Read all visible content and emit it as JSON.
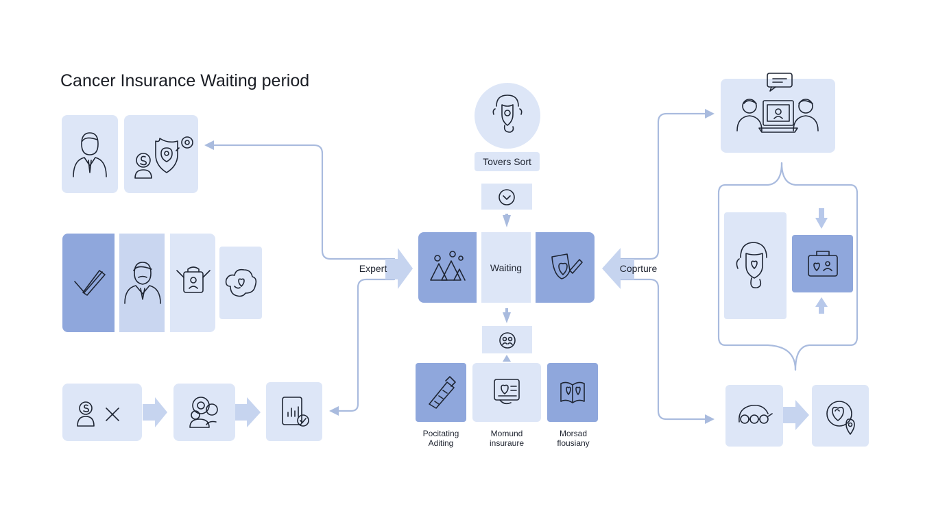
{
  "diagram": {
    "title": "Cancer Insurance Waiting period",
    "hub": {
      "top_label": "Tovers Sort",
      "center_label": "Waiting",
      "left_label": "Expert",
      "right_label": "Coprture"
    },
    "bottom_items": [
      {
        "line1": "Pocitating",
        "line2": "Aditing"
      },
      {
        "line1": "Momund",
        "line2": "insuraure"
      },
      {
        "line1": "Morsad",
        "line2": "flousiany"
      }
    ]
  },
  "colors": {
    "light_tile": "#dde6f7",
    "mid_tile": "#c9d6f0",
    "dark_tile": "#8fa7dc",
    "connector": "#9fb2d8",
    "ink": "#1e2533"
  }
}
